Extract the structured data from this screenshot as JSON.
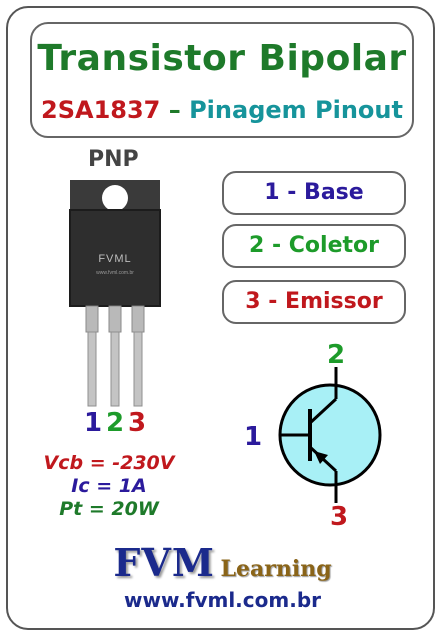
{
  "header": {
    "title": "Transistor Bipolar",
    "model": "2SA1837",
    "dash": "–",
    "pinout": "Pinagem Pinout"
  },
  "type_label": "PNP",
  "package_marking": "FVML",
  "package_small_text": "www.fvml.com.br",
  "pins": [
    {
      "label": "1 - Base"
    },
    {
      "label": "2 - Coletor"
    },
    {
      "label": "3 - Emissor"
    }
  ],
  "pin_numbers": [
    "1",
    "2",
    "3"
  ],
  "symbol_numbers": {
    "collector": "2",
    "base": "1",
    "emitter": "3"
  },
  "specs": [
    "Vcb = -230V",
    "Ic = 1A",
    "Pt = 20W"
  ],
  "logo": {
    "main": "FVM",
    "sub": "Learning"
  },
  "url": "www.fvml.com.br",
  "colors": {
    "title_green": "#1e7a2a",
    "model_red": "#c0181d",
    "pinout_teal": "#16949b",
    "base_blue": "#2b1a9c",
    "collector_green": "#1d9b2a",
    "emitter_red": "#c0181d",
    "symbol_fill": "#a8f0f6",
    "logo_blue": "#1b2a8c",
    "logo_gold": "#8a6418"
  }
}
